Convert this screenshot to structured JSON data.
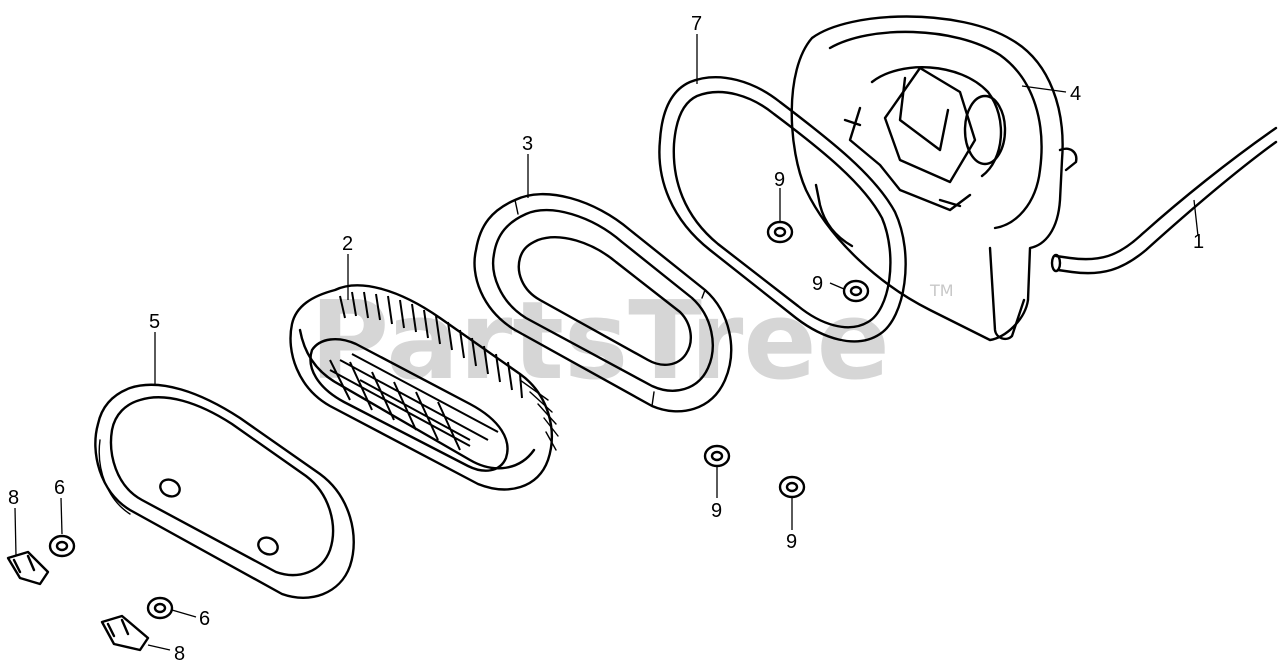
{
  "watermark": {
    "text": "PartsTree",
    "mark": "TM"
  },
  "callouts": [
    {
      "id": "tube",
      "label": "1"
    },
    {
      "id": "element",
      "label": "2"
    },
    {
      "id": "pre-cleaner",
      "label": "3"
    },
    {
      "id": "base",
      "label": "4"
    },
    {
      "id": "cover",
      "label": "5"
    },
    {
      "id": "nut-cover-a",
      "label": "6"
    },
    {
      "id": "nut-cover-b",
      "label": "6"
    },
    {
      "id": "gasket",
      "label": "7"
    },
    {
      "id": "clip-a",
      "label": "8"
    },
    {
      "id": "clip-b",
      "label": "8"
    },
    {
      "id": "nut-base-a",
      "label": "9"
    },
    {
      "id": "nut-base-b",
      "label": "9"
    },
    {
      "id": "nut-loose-a",
      "label": "9"
    },
    {
      "id": "nut-loose-b",
      "label": "9"
    }
  ]
}
